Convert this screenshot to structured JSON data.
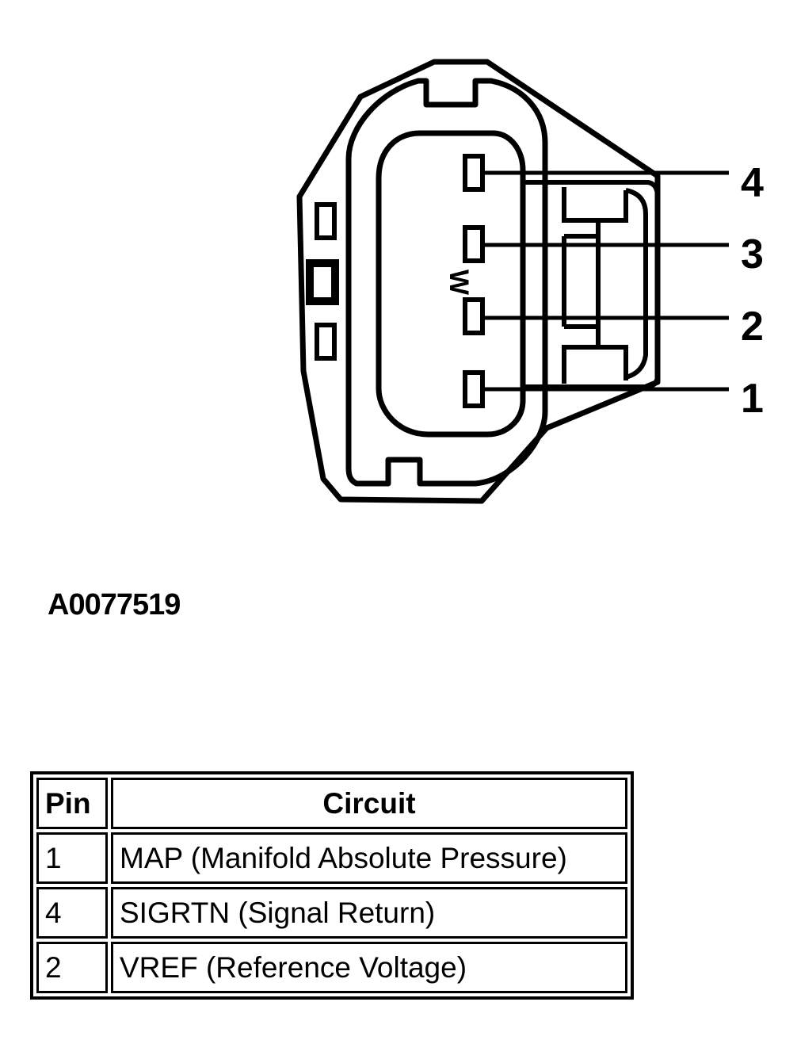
{
  "connector": {
    "pin_labels": [
      "4",
      "3",
      "2",
      "1"
    ],
    "key_mark": "W"
  },
  "figure_id": "A0077519",
  "table": {
    "headers": [
      "Pin",
      "Circuit"
    ],
    "rows": [
      {
        "pin": "1",
        "circuit": "MAP (Manifold Absolute Pressure)"
      },
      {
        "pin": "4",
        "circuit": "SIGRTN (Signal Return)"
      },
      {
        "pin": "2",
        "circuit": "VREF (Reference Voltage)"
      }
    ]
  }
}
